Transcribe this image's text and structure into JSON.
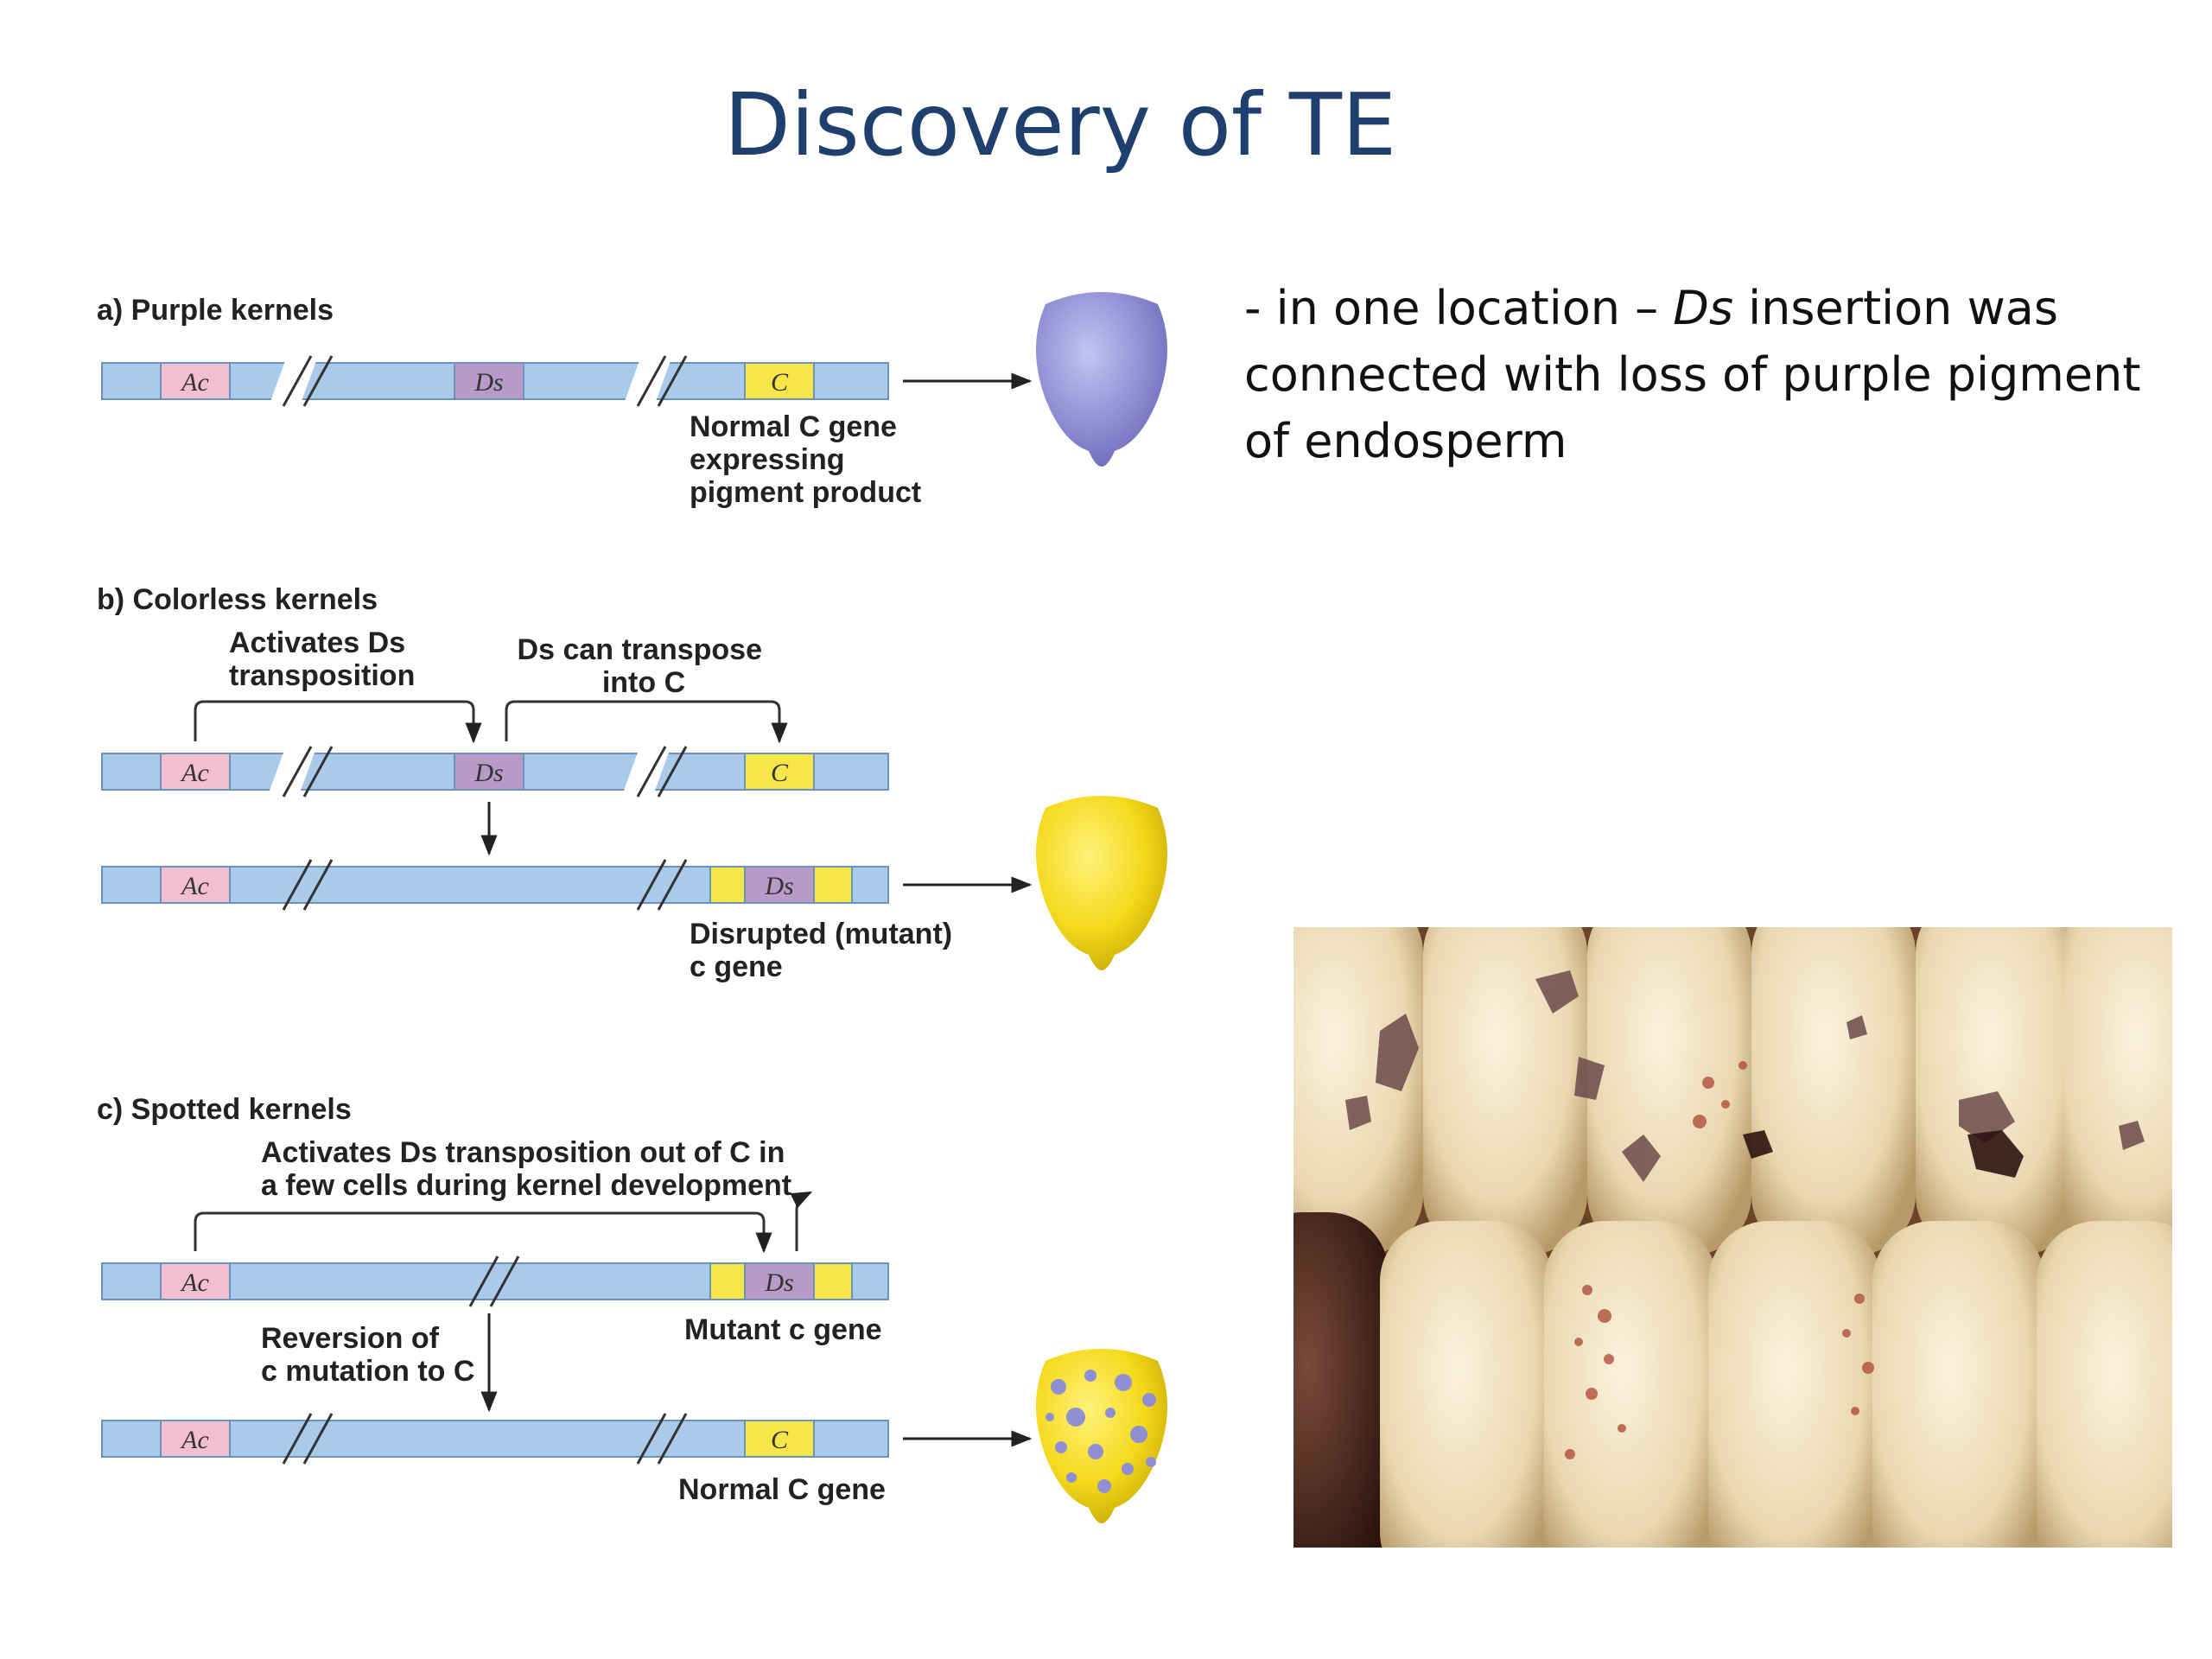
{
  "slide": {
    "title": "Discovery of TE",
    "bullet": {
      "prefix": "- in one location – ",
      "em": "Ds",
      "suffix": " insertion was connected with loss of purple pigment of endosperm"
    }
  },
  "panels": {
    "a": {
      "heading": "a) Purple kernels",
      "caption": [
        "Normal C gene",
        "expressing",
        "pigment product"
      ]
    },
    "b": {
      "heading": "b) Colorless kernels",
      "note1": [
        "Activates Ds",
        "transposition"
      ],
      "note2": [
        "Ds can transpose",
        "into C"
      ],
      "caption": [
        "Disrupted (mutant)",
        "c gene"
      ]
    },
    "c": {
      "heading": "c) Spotted kernels",
      "note1": [
        "Activates Ds transposition out of C in",
        "a few cells during kernel development"
      ],
      "caption_mutant": "Mutant c gene",
      "note2": [
        "Reversion of",
        "c mutation to C"
      ],
      "caption_normal": "Normal C gene"
    }
  },
  "elements": {
    "ac": "Ac",
    "ds": "Ds",
    "c_upper": "C"
  },
  "colors": {
    "title": "#1f3f6e",
    "chromosome": "#a9cbe9",
    "ac": "#f2bfd0",
    "ds": "#b89ac8",
    "c_gene": "#f7e64a",
    "kernel_purple": "#8f8fd4",
    "kernel_yellow": "#f4d91c"
  }
}
